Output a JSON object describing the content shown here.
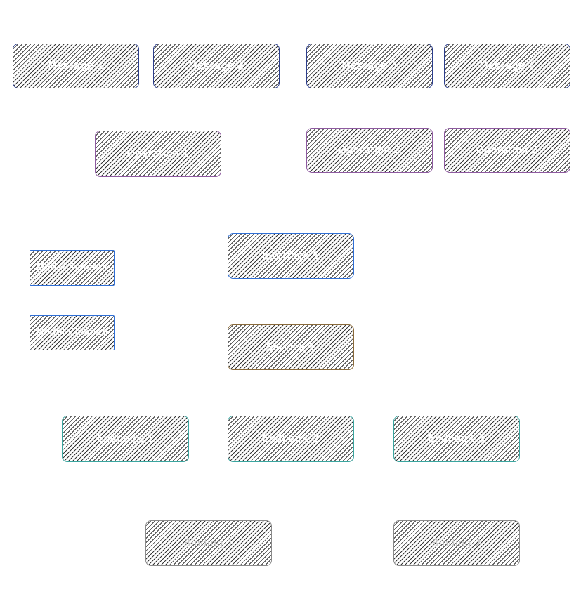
{
  "colors": {
    "message": "#2c3e8c",
    "operation": "#8e5aa0",
    "model": "#2f6fd6",
    "interface": "#2f6fd6",
    "service": "#8a6a3a",
    "endpoint": "#3aa6a0",
    "gray": "#8a8a8a"
  },
  "nodes": {
    "message1": "Message 1",
    "message2": "Message 2",
    "message3": "Message 3",
    "message4": "Message 4",
    "operation1": "Operation 1",
    "operation2": "Operation 2",
    "operation3": "Operation 3",
    "model_schema": "Model Schema",
    "model_cleaned": "Model Cleaned",
    "interface1": "Interface 1",
    "service1": "Service 1",
    "endpoint1": "Endpoint 1",
    "endpoint2": "Endpoint 2",
    "endpoint3": "Endpoint 3",
    "binding1": "Binding 1",
    "binding2": "Binding 2"
  }
}
